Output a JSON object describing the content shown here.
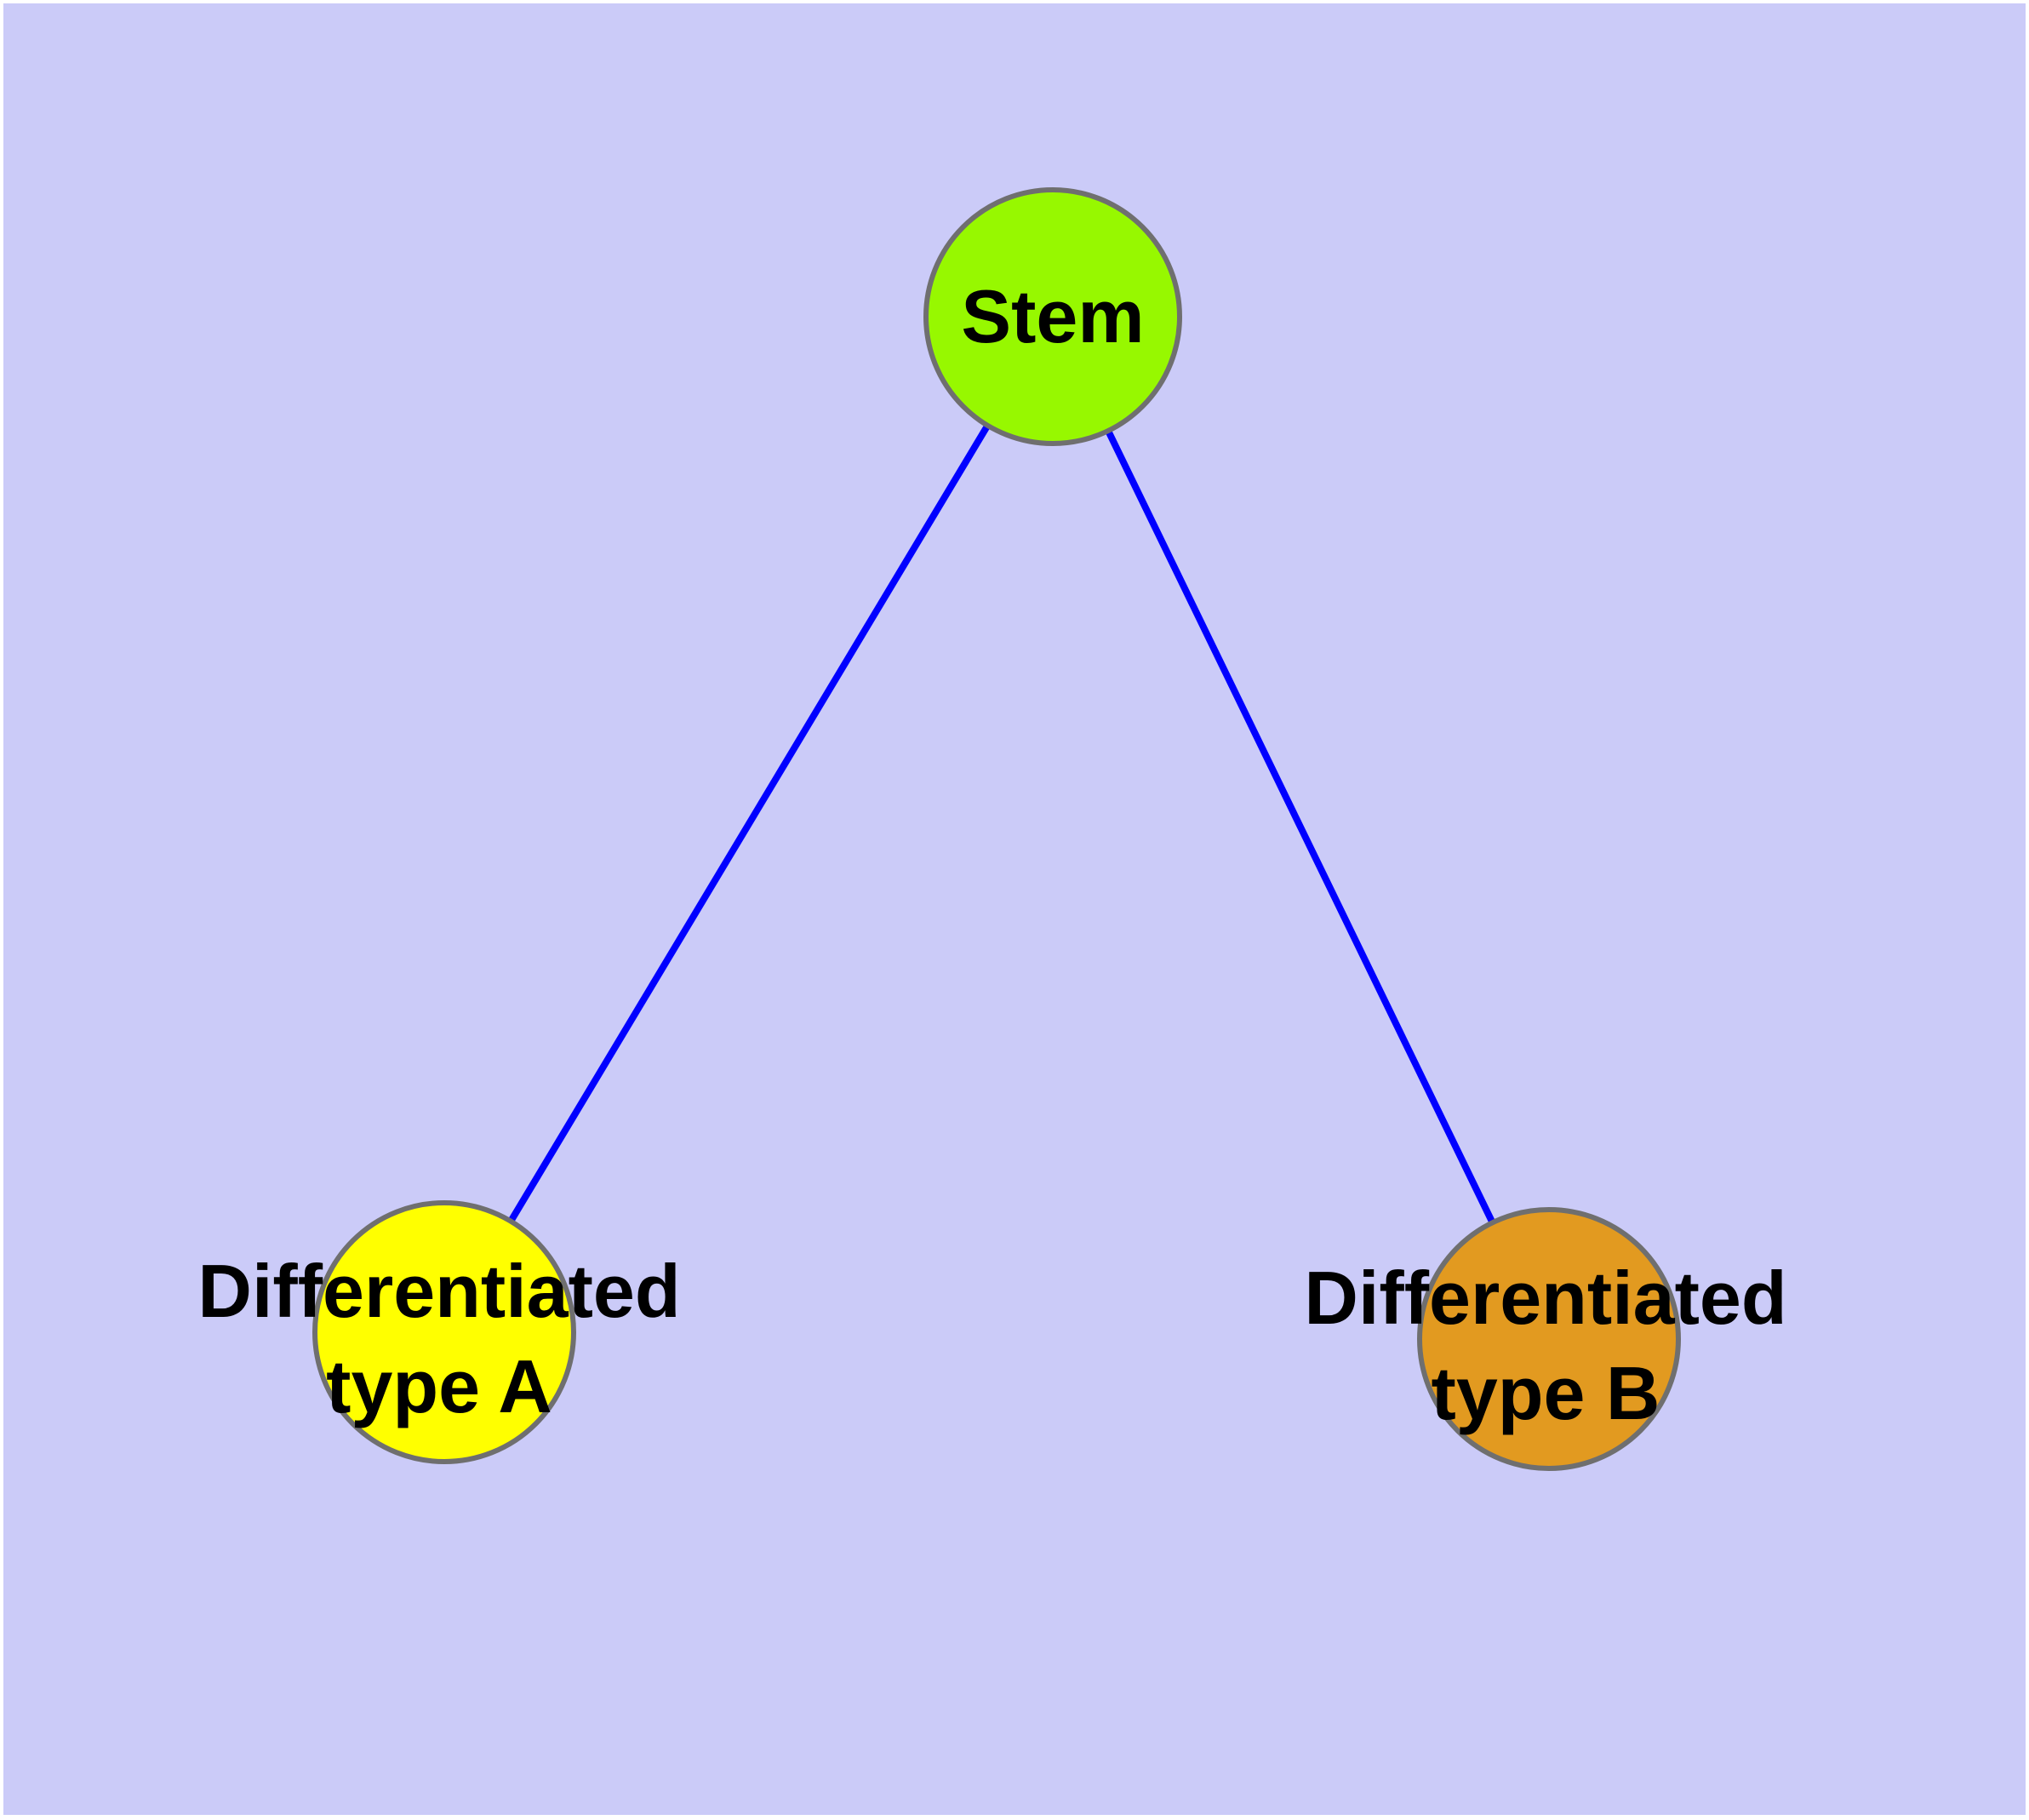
{
  "diagram": {
    "background_color": "#CBCBF8",
    "frame_color": "#FFFFFF",
    "edge_color": "#0000FF",
    "node_border_color": "#6F6F6F",
    "nodes": [
      {
        "id": "stem",
        "lines": [
          "Stem"
        ],
        "fill": "#97F800"
      },
      {
        "id": "differentiated-type-a",
        "lines": [
          "Differentiated",
          "type A"
        ],
        "fill": "#FFFF00"
      },
      {
        "id": "differentiated-type-b",
        "lines": [
          "Differentiated",
          "type B"
        ],
        "fill": "#E29A20"
      }
    ],
    "edges": [
      {
        "from": "stem",
        "to": "differentiated-type-a"
      },
      {
        "from": "stem",
        "to": "differentiated-type-b"
      }
    ]
  }
}
